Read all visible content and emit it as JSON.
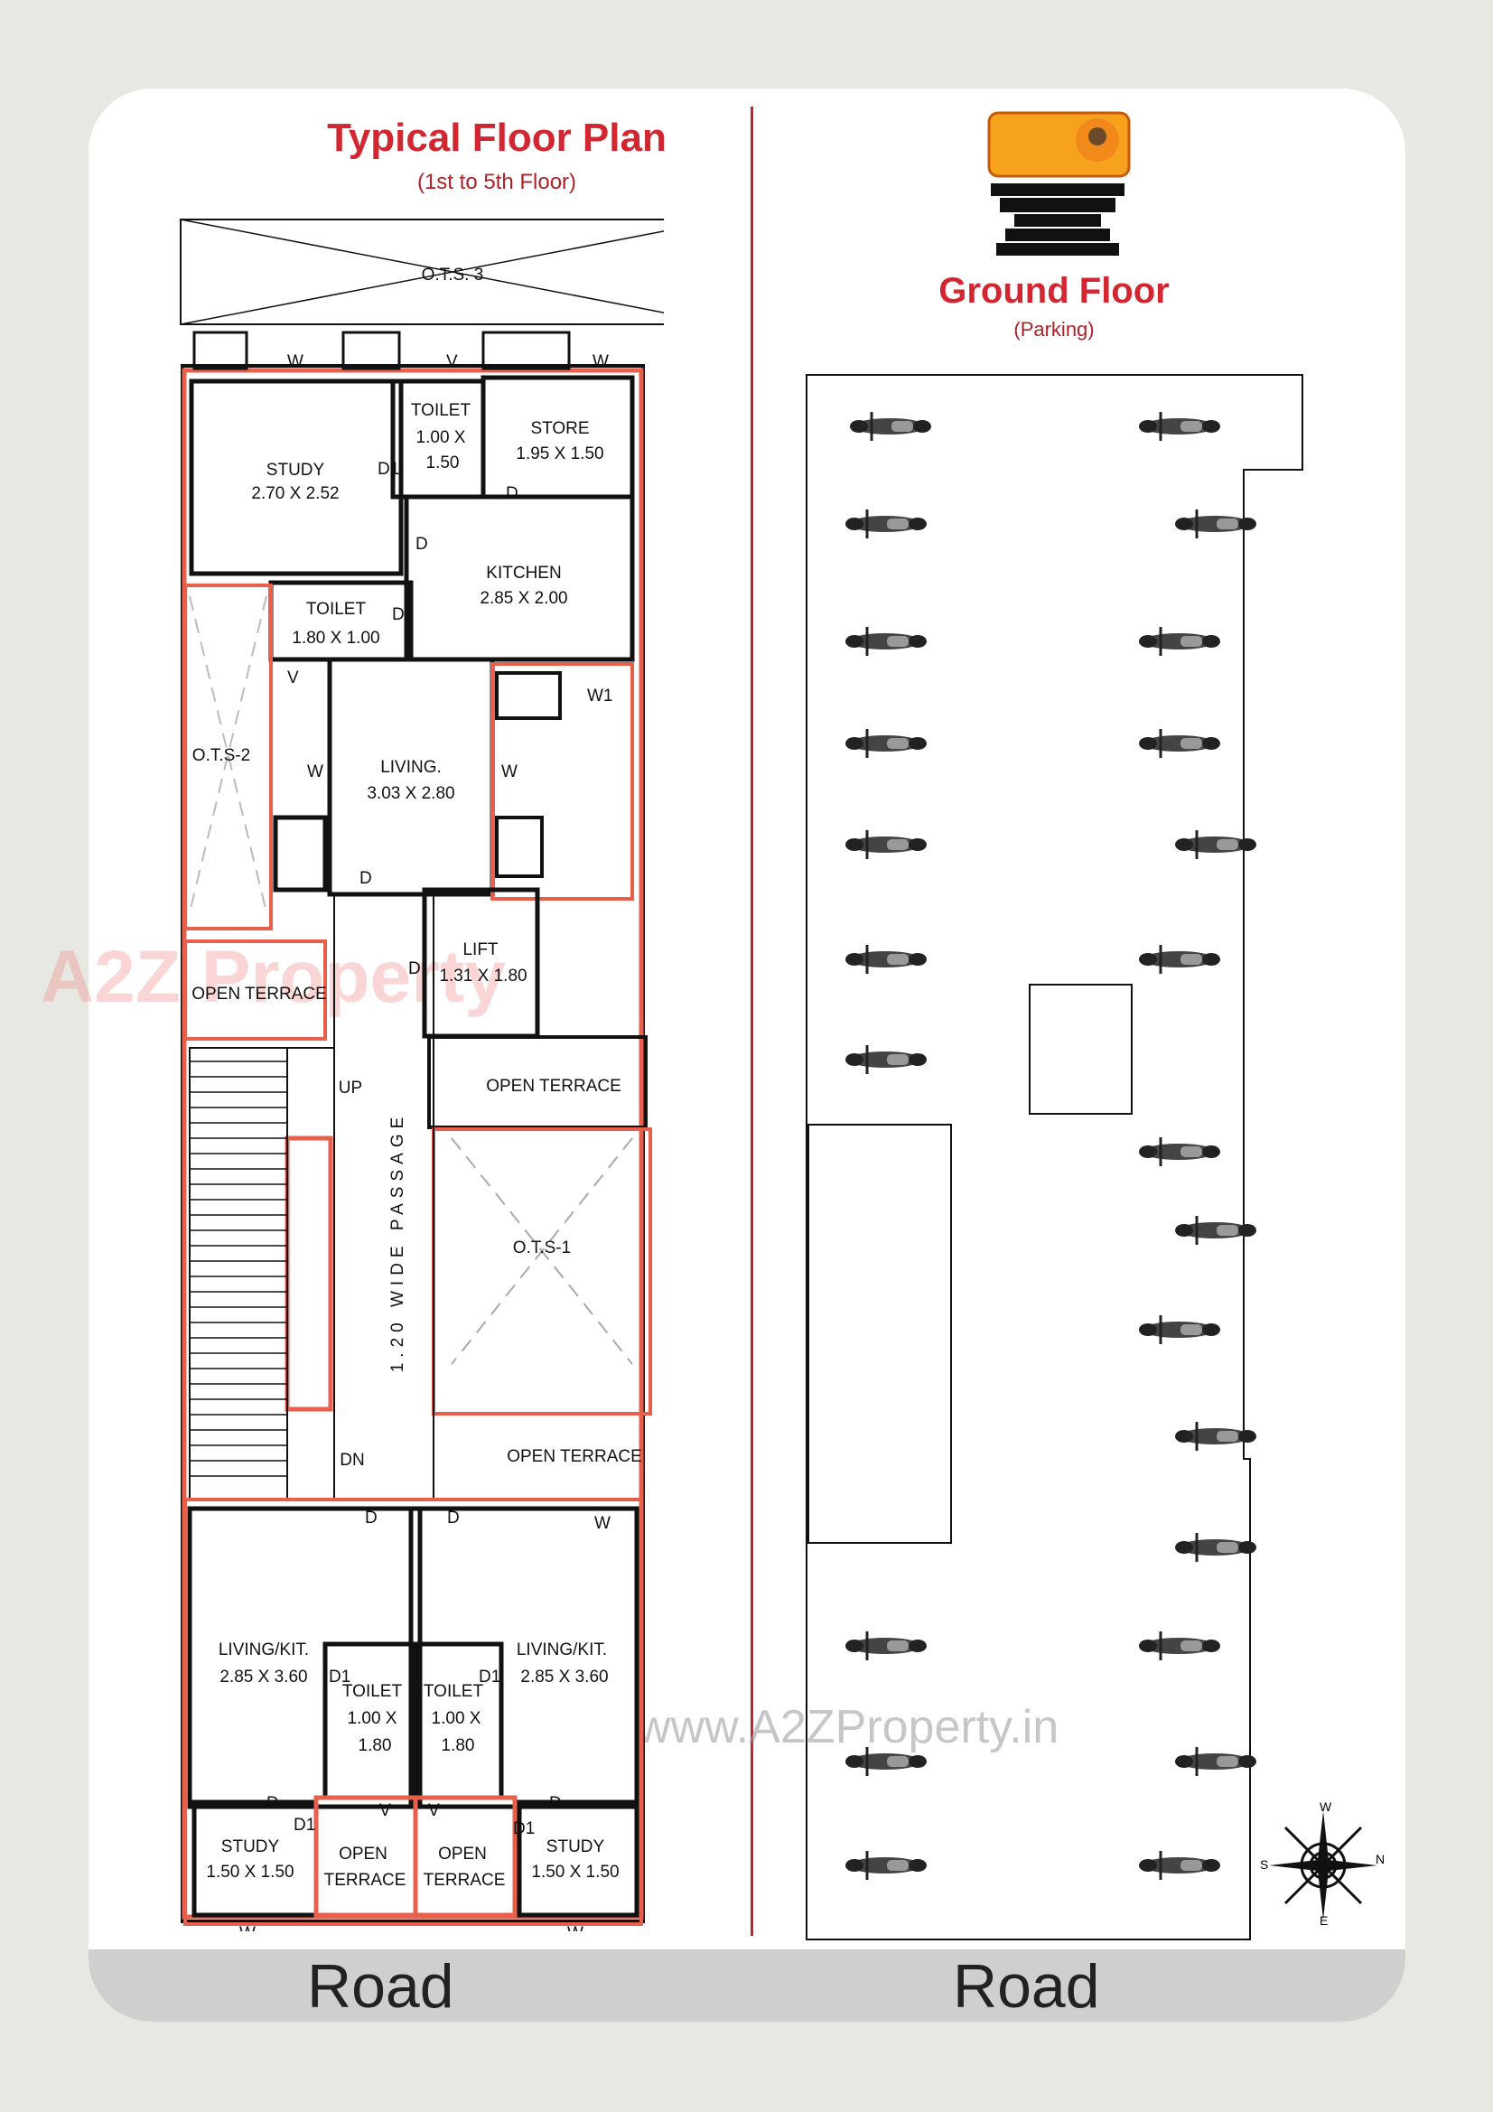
{
  "left_panel": {
    "title": "Typical Floor Plan",
    "subtitle": "(1st to 5th Floor)"
  },
  "right_panel": {
    "title": "Ground Floor",
    "subtitle": "(Parking)"
  },
  "logo": {
    "icon": "shivsai-apartment-logo"
  },
  "watermarks": {
    "brand": "A2Z Property",
    "url": "www.A2ZProperty.in"
  },
  "road_labels": [
    "Road",
    "Road"
  ],
  "rooms": {
    "ots3": "O.T.S. 3",
    "study_top": [
      "STUDY",
      "2.70 X 2.52"
    ],
    "toilet_top": [
      "TOILET",
      "1.00 X",
      "1.50"
    ],
    "store": [
      "STORE",
      "1.95 X 1.50"
    ],
    "kitchen": [
      "KITCHEN",
      "2.85 X 2.00"
    ],
    "toilet_mid": [
      "TOILET",
      "1.80 X 1.00"
    ],
    "ots2": "O.T.S-2",
    "living": [
      "LIVING.",
      "3.03 X 2.80"
    ],
    "lift": [
      "LIFT",
      "1.31 X 1.80"
    ],
    "open_terrace_left": "OPEN TERRACE",
    "open_terrace_mid": "OPEN TERRACE",
    "passage": "1.20 WIDE PASSAGE",
    "up": "UP",
    "dn": "DN",
    "ots1": "O.T.S-1",
    "open_terrace_right": "OPEN TERRACE",
    "living_kit_left": [
      "LIVING/KIT.",
      "2.85 X 3.60"
    ],
    "toilet_bl": [
      "TOILET",
      "1.00 X",
      "1.80"
    ],
    "toilet_br": [
      "TOILET",
      "1.00 X",
      "1.80"
    ],
    "living_kit_right": [
      "LIVING/KIT.",
      "2.85 X 3.60"
    ],
    "study_bl": [
      "STUDY",
      "1.50 X 1.50"
    ],
    "open_terrace_bl": [
      "OPEN",
      "TERRACE"
    ],
    "open_terrace_br": [
      "OPEN",
      "TERRACE"
    ],
    "study_br": [
      "STUDY",
      "1.50 X 1.50"
    ]
  },
  "door_labels": {
    "w": "W",
    "v": "V",
    "d": "D",
    "d1": "D1",
    "w1": "W1"
  },
  "compass": {
    "n": "N",
    "s": "S",
    "e": "E",
    "w": "W"
  },
  "colors": {
    "accent": "#d22630",
    "wall": "#111111",
    "highlight": "#e8604c"
  }
}
